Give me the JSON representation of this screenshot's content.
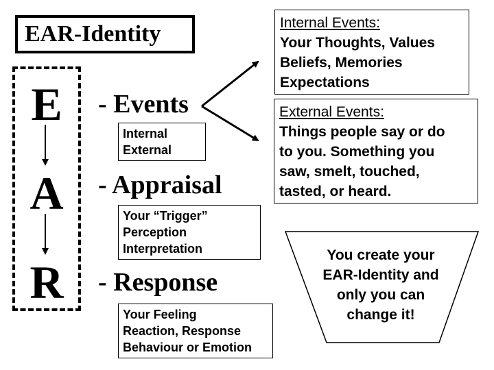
{
  "title": "EAR-Identity",
  "letters": {
    "e": "E",
    "a": "A",
    "r": "R"
  },
  "terms": {
    "events": "- Events",
    "appraisal": "- Appraisal",
    "response": "- Response"
  },
  "events_box": {
    "lines": [
      "Internal",
      "External"
    ]
  },
  "appraisal_box": {
    "lines": [
      "Your “Trigger”",
      "Perception",
      "Interpretation"
    ]
  },
  "response_box": {
    "lines": [
      "Your Feeling",
      "Reaction, Response",
      "Behaviour or Emotion"
    ]
  },
  "internal_events": {
    "heading": "Internal Events:",
    "lines": [
      "Your Thoughts, Values",
      "Beliefs, Memories",
      "Expectations"
    ]
  },
  "external_events": {
    "heading": "External Events:",
    "lines": [
      "Things people say or do",
      "to you. Something you",
      "saw, smelt, touched,",
      "tasted, or heard."
    ]
  },
  "conclusion": {
    "lines": [
      "You create your",
      "EAR-Identity and",
      "only you can",
      "change it!"
    ]
  }
}
